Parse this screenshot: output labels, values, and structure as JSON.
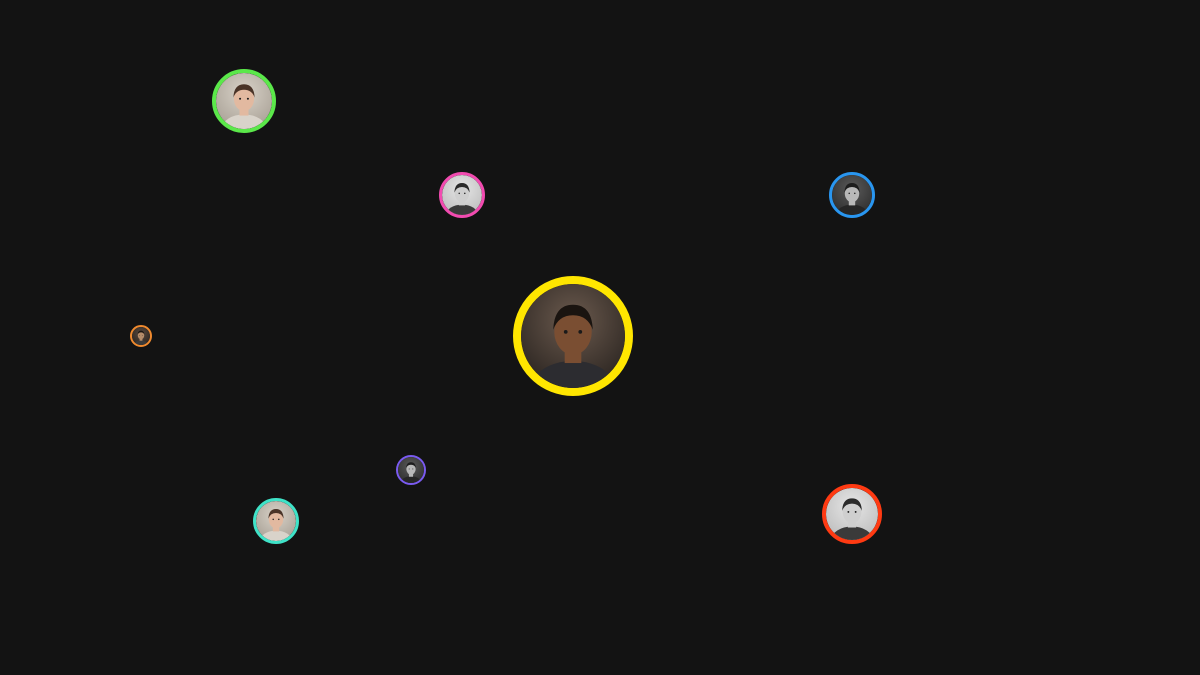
{
  "avatars": [
    {
      "id": "avatar-center",
      "ring_color": "#FFE600",
      "photo_tone": "color-warm",
      "icon": "person-photo-icon"
    },
    {
      "id": "avatar-top-left",
      "ring_color": "#5BE84A",
      "photo_tone": "color-light",
      "icon": "person-photo-icon"
    },
    {
      "id": "avatar-pink",
      "ring_color": "#F24BB0",
      "photo_tone": "mono-light",
      "icon": "person-photo-icon"
    },
    {
      "id": "avatar-blue",
      "ring_color": "#2996F0",
      "photo_tone": "mono-dark",
      "icon": "person-photo-icon"
    },
    {
      "id": "avatar-orange-small",
      "ring_color": "#F08A2E",
      "photo_tone": "color-dark",
      "icon": "person-photo-icon"
    },
    {
      "id": "avatar-purple-small",
      "ring_color": "#7A5BF0",
      "photo_tone": "mono-dark",
      "icon": "person-photo-icon"
    },
    {
      "id": "avatar-teal",
      "ring_color": "#3FE3C8",
      "photo_tone": "color-light",
      "icon": "person-photo-icon"
    },
    {
      "id": "avatar-red",
      "ring_color": "#FF3A12",
      "photo_tone": "mono-light",
      "icon": "person-photo-icon"
    }
  ]
}
